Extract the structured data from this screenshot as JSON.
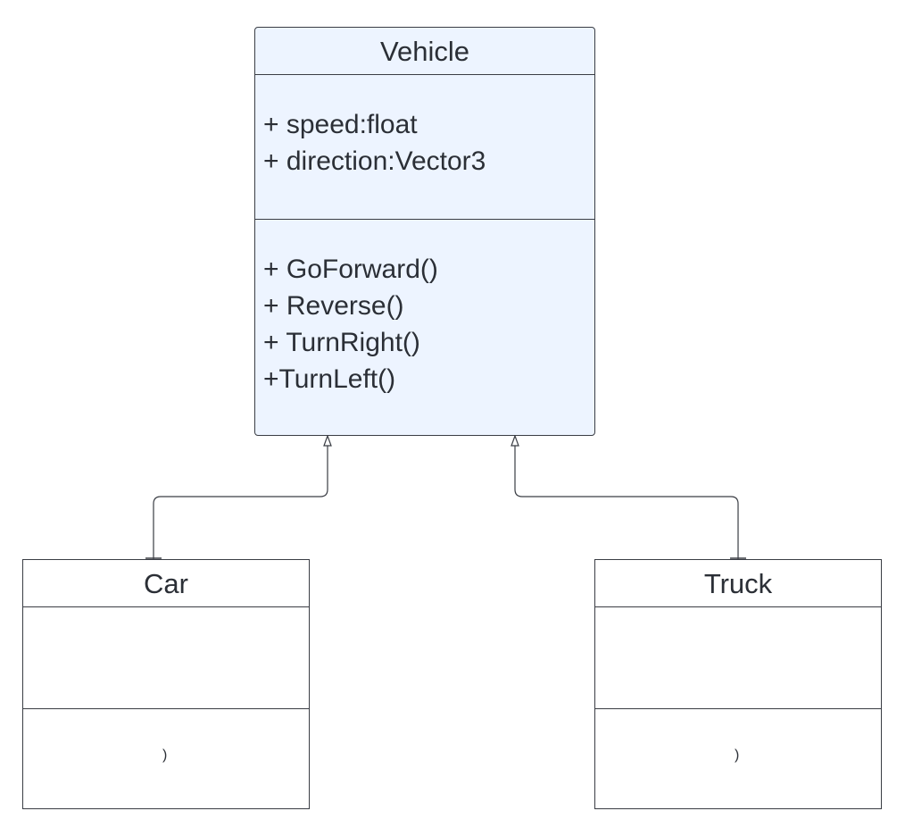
{
  "diagram": {
    "parent": {
      "name": "Vehicle",
      "attributes": [
        "+ speed:float",
        "+ direction:Vector3"
      ],
      "operations": [
        "+ GoForward()",
        "+ Reverse()",
        "+ TurnRight()",
        "+TurnLeft()"
      ]
    },
    "children": [
      {
        "name": "Car",
        "operations_text": ")"
      },
      {
        "name": "Truck",
        "operations_text": ")"
      }
    ],
    "relationships": [
      {
        "from": "Car",
        "to": "Vehicle",
        "type": "generalization"
      },
      {
        "from": "Truck",
        "to": "Vehicle",
        "type": "generalization"
      }
    ],
    "colors": {
      "parent_fill": "#edf4ff",
      "child_fill": "#ffffff",
      "stroke": "#3a3d44",
      "text": "#2b2f36"
    }
  }
}
